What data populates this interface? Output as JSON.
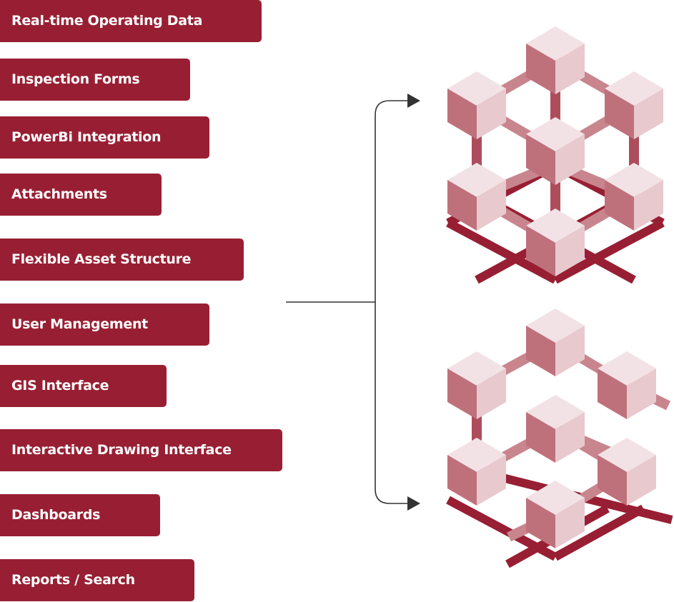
{
  "features": [
    "Real-time Operating Data",
    "Inspection Forms",
    "PowerBi Integration",
    "Attachments",
    "Flexible Asset Structure",
    "User Management",
    "GIS Interface",
    "Interactive Drawing Interface",
    "Dashboards",
    "Reports / Search"
  ],
  "colors": {
    "brand": "#981f33",
    "top": "#f2e2e5",
    "left": "#bf717b",
    "right": "#e8c9ce",
    "beam": "#c8858d",
    "beam_dark": "#ad4d5c",
    "line": "#333333"
  }
}
